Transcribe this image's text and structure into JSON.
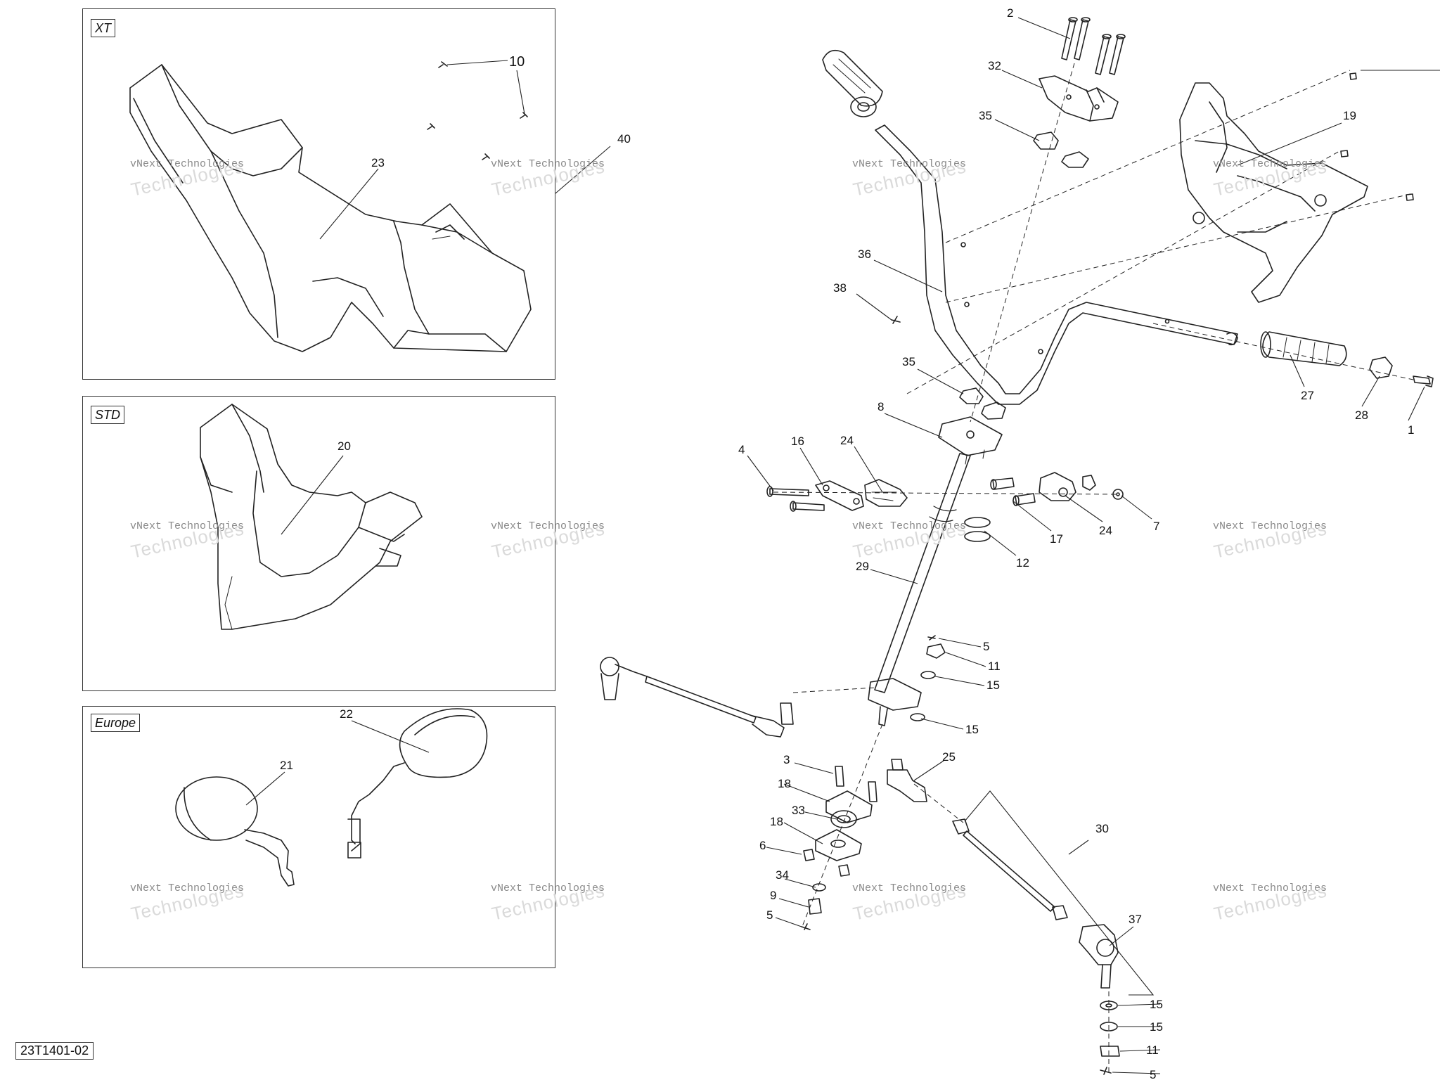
{
  "diagram_code": "23T1401-02",
  "insets": [
    {
      "tag": "XT"
    },
    {
      "tag": "STD"
    },
    {
      "tag": "Europe"
    }
  ],
  "watermark": {
    "line1": "vNext Technologies",
    "line2": "Technologies"
  },
  "callouts": {
    "c10": "10",
    "c40": "40",
    "c23": "23",
    "c20": "20",
    "c22": "22",
    "c21": "21",
    "c2": "2",
    "c32": "32",
    "c35a": "35",
    "c19": "19",
    "c36": "36",
    "c38": "38",
    "c35b": "35",
    "c27": "27",
    "c28": "28",
    "c1": "1",
    "c8": "8",
    "c4": "4",
    "c16": "16",
    "c24a": "24",
    "c24b": "24",
    "c17": "17",
    "c7": "7",
    "c12": "12",
    "c29": "29",
    "c5a": "5",
    "c11a": "11",
    "c15a": "15",
    "c15b": "15",
    "c3": "3",
    "c25": "25",
    "c18a": "18",
    "c33": "33",
    "c18b": "18",
    "c6": "6",
    "c34": "34",
    "c9": "9",
    "c5b": "5",
    "c30": "30",
    "c37": "37",
    "c15c": "15",
    "c15d": "15",
    "c11b": "11",
    "c5c": "5"
  }
}
